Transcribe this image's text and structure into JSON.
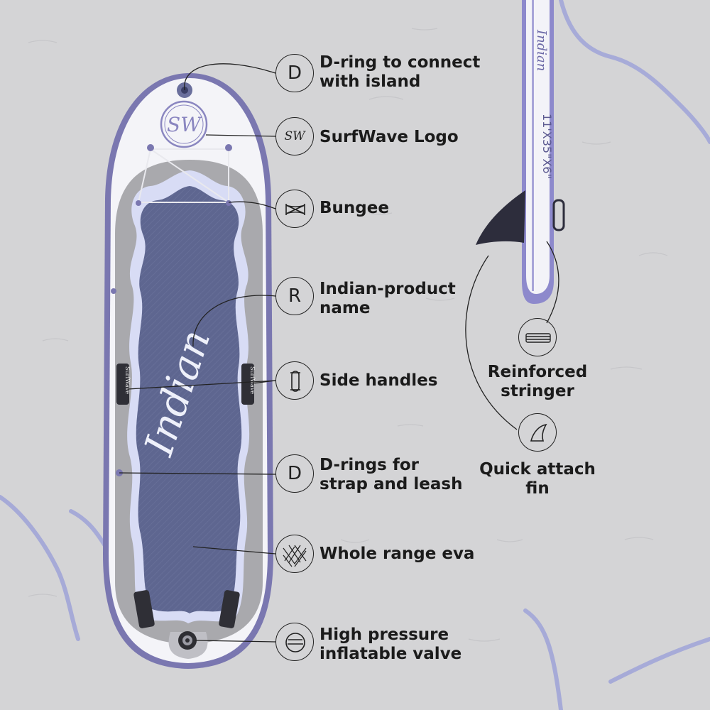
{
  "colors": {
    "background": "#d4d4d6",
    "board_rim": "#7a77b0",
    "deck_pad": "#5e6690",
    "deck_border": "#a9a9ad",
    "wave_accent": "#d8dcf5",
    "label_text": "#1b1b1b",
    "side_board": "#8d89cc"
  },
  "board": {
    "logo_text": "SW",
    "script_name": "Indian",
    "handle_brand": "SurfWave",
    "side_size_text": "11'X35\"X6\""
  },
  "features": [
    {
      "icon": "d-letter-icon",
      "letter": "D",
      "lines": [
        "D-ring to connect",
        "with island"
      ]
    },
    {
      "icon": "surfwave-logo-icon",
      "letter": "SW",
      "lines": [
        "SurfWave Logo"
      ]
    },
    {
      "icon": "bungee-icon",
      "lines": [
        "Bungee"
      ]
    },
    {
      "icon": "r-letter-icon",
      "letter": "R",
      "lines": [
        "Indian-product",
        "name"
      ]
    },
    {
      "icon": "handle-icon",
      "lines": [
        "Side handles"
      ]
    },
    {
      "icon": "d-letter-icon",
      "letter": "D",
      "lines": [
        "D-rings for",
        "strap and leash"
      ]
    },
    {
      "icon": "eva-mesh-icon",
      "lines": [
        "Whole range eva"
      ]
    },
    {
      "icon": "valve-icon",
      "lines": [
        "High pressure",
        "inflatable valve"
      ]
    }
  ],
  "side_features": [
    {
      "icon": "stringer-icon",
      "lines": [
        "Reinforced",
        "stringer"
      ]
    },
    {
      "icon": "fin-icon",
      "lines": [
        "Quick attach",
        "fin"
      ]
    }
  ]
}
